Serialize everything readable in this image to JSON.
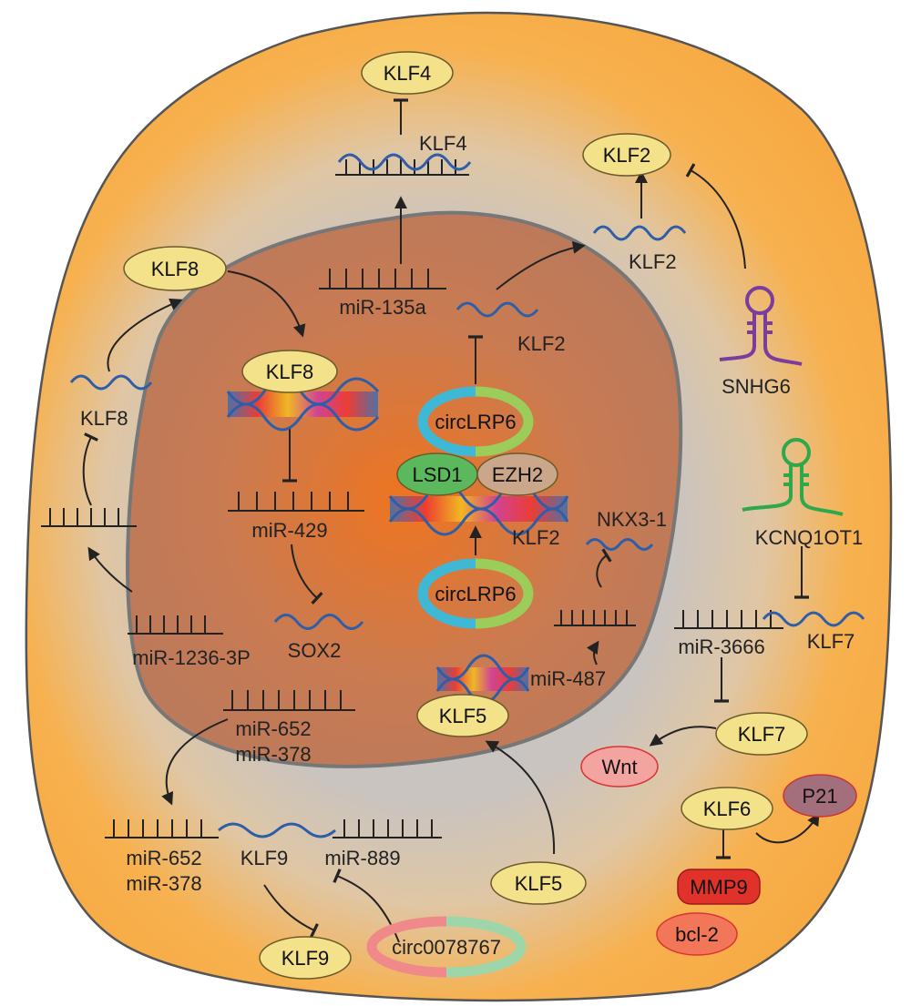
{
  "labels": {
    "klf4_protein": "KLF4",
    "klf4_mrna": "KLF4",
    "klf2_protein": "KLF2",
    "klf2_mrna_cyto": "KLF2",
    "klf8_protein_cyto": "KLF8",
    "mir135a": "miR-135a",
    "klf2_mrna_nuc": "KLF2",
    "klf8_protein_nuc": "KLF8",
    "snhg6": "SNHG6",
    "klf8_mrna": "KLF8",
    "circlrp6_upper": "circLRP6",
    "lsd1": "LSD1",
    "ezh2": "EZH2",
    "nkx31": "NKX3-1",
    "mir429": "miR-429",
    "klf2_dna": "KLF2",
    "kcnq1ot1": "KCNQ1OT1",
    "circlrp6_lower": "circLRP6",
    "sox2": "SOX2",
    "mir1236": "miR-1236-3P",
    "mir3666": "miR-3666",
    "klf7_mrna": "KLF7",
    "mir487": "miR-487",
    "klf5_nuc": "KLF5",
    "mir652_nuc": "miR-652",
    "mir378_nuc": "miR-378",
    "klf7_protein": "KLF7",
    "wnt": "Wnt",
    "p21": "P21",
    "klf6": "KLF6",
    "mir652_cyto": "miR-652",
    "klf9_mrna": "KLF9",
    "mir889": "miR-889",
    "klf5_cyto": "KLF5",
    "mmp9": "MMP9",
    "mir378_cyto": "miR-378",
    "bcl2": "bcl-2",
    "circ0078767": "circ0078767",
    "klf9_protein": "KLF9"
  },
  "colors": {
    "cytoplasm": "#f7a840",
    "nucleus": "#c97b52",
    "klf_protein": "#f3e28a",
    "lsd1": "#5cb85c",
    "ezh2": "#caa68a",
    "mrna": "#2f5ea8",
    "snhg6": "#7a3d9c",
    "kcnq1ot1": "#2ea84a",
    "mmp9": "#e0312b",
    "wnt": "#f3a3a0",
    "p21": "#a46f7c",
    "bcl2": "#f27758"
  }
}
